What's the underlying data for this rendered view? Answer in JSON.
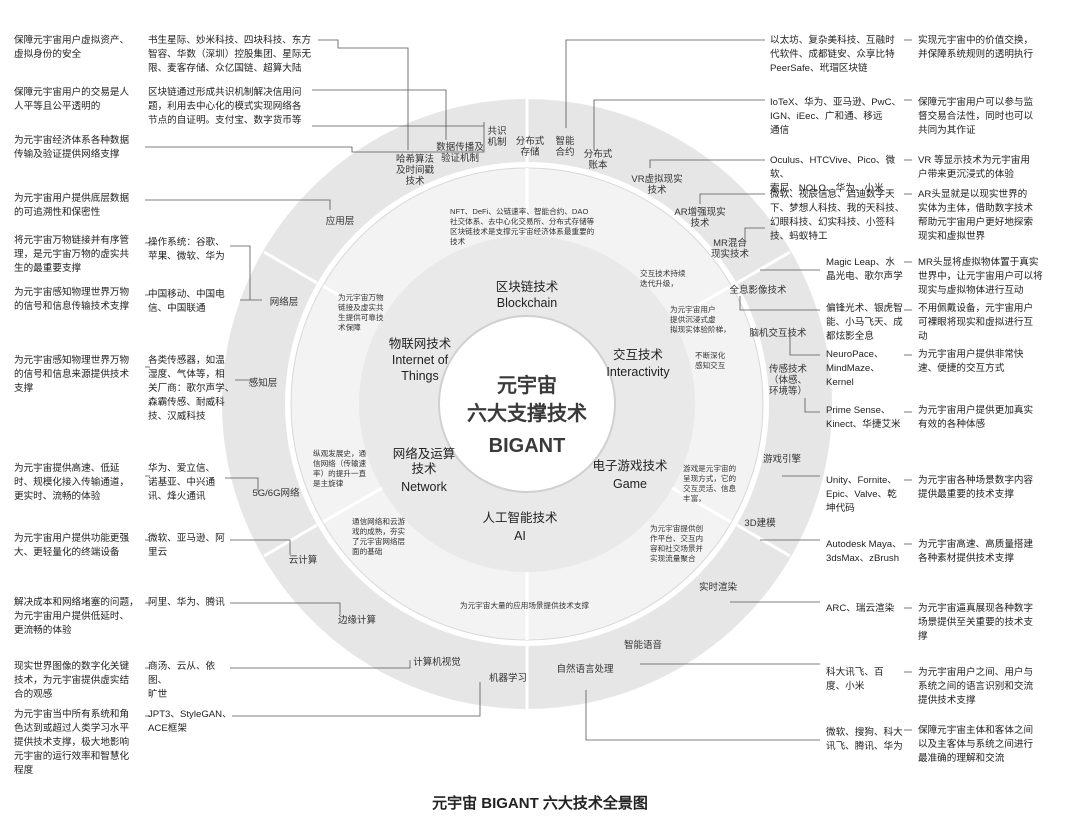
{
  "center": {
    "line1": "元宇宙",
    "line2": "六大支撑技术",
    "line3": "BIGANT"
  },
  "core_tech": [
    {
      "zh": "区块链技术",
      "en": "Blockchain"
    },
    {
      "zh": "交互技术",
      "en": "Interactivity"
    },
    {
      "zh": "电子游戏技术",
      "en": "Game"
    },
    {
      "zh": "人工智能技术",
      "en": "AI"
    },
    {
      "zh": "网络及运算\n技术",
      "en": "Network"
    },
    {
      "zh": "物联网技术",
      "en": "Internet of\nThings"
    }
  ],
  "mid_ring_notes": [
    "NFT、DeFi、公链速率、智能合约、DAO\n社交体系、去中心化交易所、分布式存储等\n区块链技术是支撑元宇宙经济体系最重要的\n技术",
    "交互技术持续\n迭代升级，",
    "为元宇宙用户\n提供沉浸式虚\n拟现实体验阶梯，",
    "不断深化\n感知交互",
    "游戏是元宇宙的\n呈现方式，它的\n交互灵活、信息\n丰富，",
    "为元宇宙提供创\n作平台、交互内\n容和社交场景并\n实现流量聚合",
    "为元宇宙大量的应用场景提供技术支撑",
    "通信网络和云游\n戏的成熟，夯实\n了元宇宙网络层\n面的基础",
    "纵观发展史，通\n信网络（传输速\n率）的提升一直\n是主旋律",
    "为元宇宙万物\n链接及虚实共\n生提供可靠技\n术保障"
  ],
  "outer_ring": [
    "哈希算法\n及时间戳\n技术",
    "数据传播及\n验证机制",
    "共识\n机制",
    "分布式\n存储",
    "智能\n合约",
    "分布式\n账本",
    "VR虚拟现实\n技术",
    "AR增强现实\n技术",
    "MR混合\n现实技术",
    "全息影像技术",
    "脑机交互技术",
    "传感技术\n（体感、\n环境等）",
    "游戏引擎",
    "3D建模",
    "实时渲染",
    "智能语音",
    "自然语言处理",
    "机器学习",
    "计算机视觉",
    "边缘计算",
    "云计算",
    "5G/6G网络",
    "感知层",
    "网络层",
    "应用层"
  ],
  "left_desc": [
    "保障元宇宙用户虚拟资产、\n虚拟身份的安全",
    "保障元宇宙用户的交易是人\n人平等且公平透明的",
    "为元宇宙经济体系各种数据\n传输及验证提供网络支撑",
    "为元宇宙用户提供底层数据\n的可追溯性和保密性",
    "将元宇宙万物链接并有序管\n理，是元宇宙万物的虚实共\n生的最重要支撑",
    "为元宇宙感知物理世界万物\n的信号和信息传输技术支撑",
    "为元宇宙感知物理世界万物\n的信号和信息来源提供技术\n支撑",
    "为元宇宙提供高速、低延\n时、规模化接入传输通道，\n更实时、流畅的体验",
    "为元宇宙用户提供功能更强\n大、更轻量化的终端设备",
    "解决成本和网络堵塞的问题，\n为元宇宙用户提供低延时、\n更流畅的体验",
    "现实世界图像的数字化关键\n技术，为元宇宙提供虚实结\n合的观感",
    "为元宇宙当中所有系统和角\n色达到或超过人类学习水平\n提供技术支撑，极大地影响\n元宇宙的运行效率和智慧化\n程度"
  ],
  "left_companies": [
    "书生星际、妙米科技、四块科技、东方\n智容、华数（深圳）控股集团、星际无\n限、麦客存储、众亿国链、超算大陆",
    "区块链通过形成共识机制解决信用问\n题，利用去中心化的模式实现网络各\n节点的自证明。支付宝、数字货币等",
    "操作系统：谷歌、\n苹果、微软、华为",
    "中国移动、中国电\n信、中国联通",
    "各类传感器，如温\n湿度、气体等，相\n关厂商：歌尔声学、\n森霸传感、耐威科\n技、汉威科技",
    "华为、爱立信、\n诺基亚、中兴通\n讯、烽火通讯",
    "微软、亚马逊、阿\n里云",
    "阿里、华为、腾讯",
    "商汤、云从、依图、\n旷世",
    "JPT3、StyleGAN、\nACE框架"
  ],
  "right_companies": [
    "以太坊、复杂美科技、互融时\n代软件、成都链安、众享比特\nPeerSafe、玳瑁区块链",
    "IoTeX、华为、亚马逊、PwC、\nIGN、iEec、广和通、移远\n通信",
    "Oculus、HTCVive、Pico、微软、\n索尼、NOLO、华为、小米",
    "微软、视辰信息、启迪数字天\n下、梦想人科技、我的天科技、\n幻眼科技、幻实科技、小签科\n技、蚂蚁特工",
    "Magic Leap、水\n晶光电、歌尔声学",
    "偏锋光术、银虎智\n能、小马飞天、成\n都炫影全息",
    "NeuroPace、\nMindMaze、\nKernel",
    "Prime Sense、\nKinect、华捷艾米",
    "Unity、Fornite、\nEpic、Valve、乾\n坤代码",
    "Autodesk Maya、\n3dsMax、zBrush",
    "ARC、瑞云渲染",
    "科大讯飞、百\n度、小米",
    "微软、搜狗、科大\n讯飞、腾讯、华为"
  ],
  "right_desc": [
    "实现元宇宙中的价值交换，\n并保障系统规则的透明执行",
    "保障元宇宙用户可以参与监\n督交易合法性，同时也可以\n共同为其作证",
    "VR 等显示技术为元宇宙用\n户带来更沉浸式的体验",
    "AR头显就是以现实世界的\n实体为主体，借助数字技术\n帮助元宇宙用户更好地探索\n现实和虚拟世界",
    "MR头显将虚拟物体置于真实\n世界中，让元宇宙用户可以将\n现实与虚拟物体进行互动",
    "不用佩戴设备，元宇宙用户\n可裸眼将现实和虚拟进行互\n动",
    "为元宇宙用户提供非常快\n速、便捷的交互方式",
    "为元宇宙用户提供更加真实\n有效的各种体感",
    "为元宇宙各种场景数字内容\n提供最重要的技术支撑",
    "为元宇宙高速、高质量搭建\n各种素材提供技术支撑",
    "为元宇宙逼真展现各种数字\n场景提供至关重要的技术支\n撑",
    "为元宇宙用户之间、用户与\n系统之间的语言识别和交流\n提供技术支撑",
    "保障元宇宙主体和客体之间\n以及主客体与系统之间进行\n最准确的理解和交流"
  ],
  "caption": "元宇宙 BIGANT 六大技术全景图"
}
